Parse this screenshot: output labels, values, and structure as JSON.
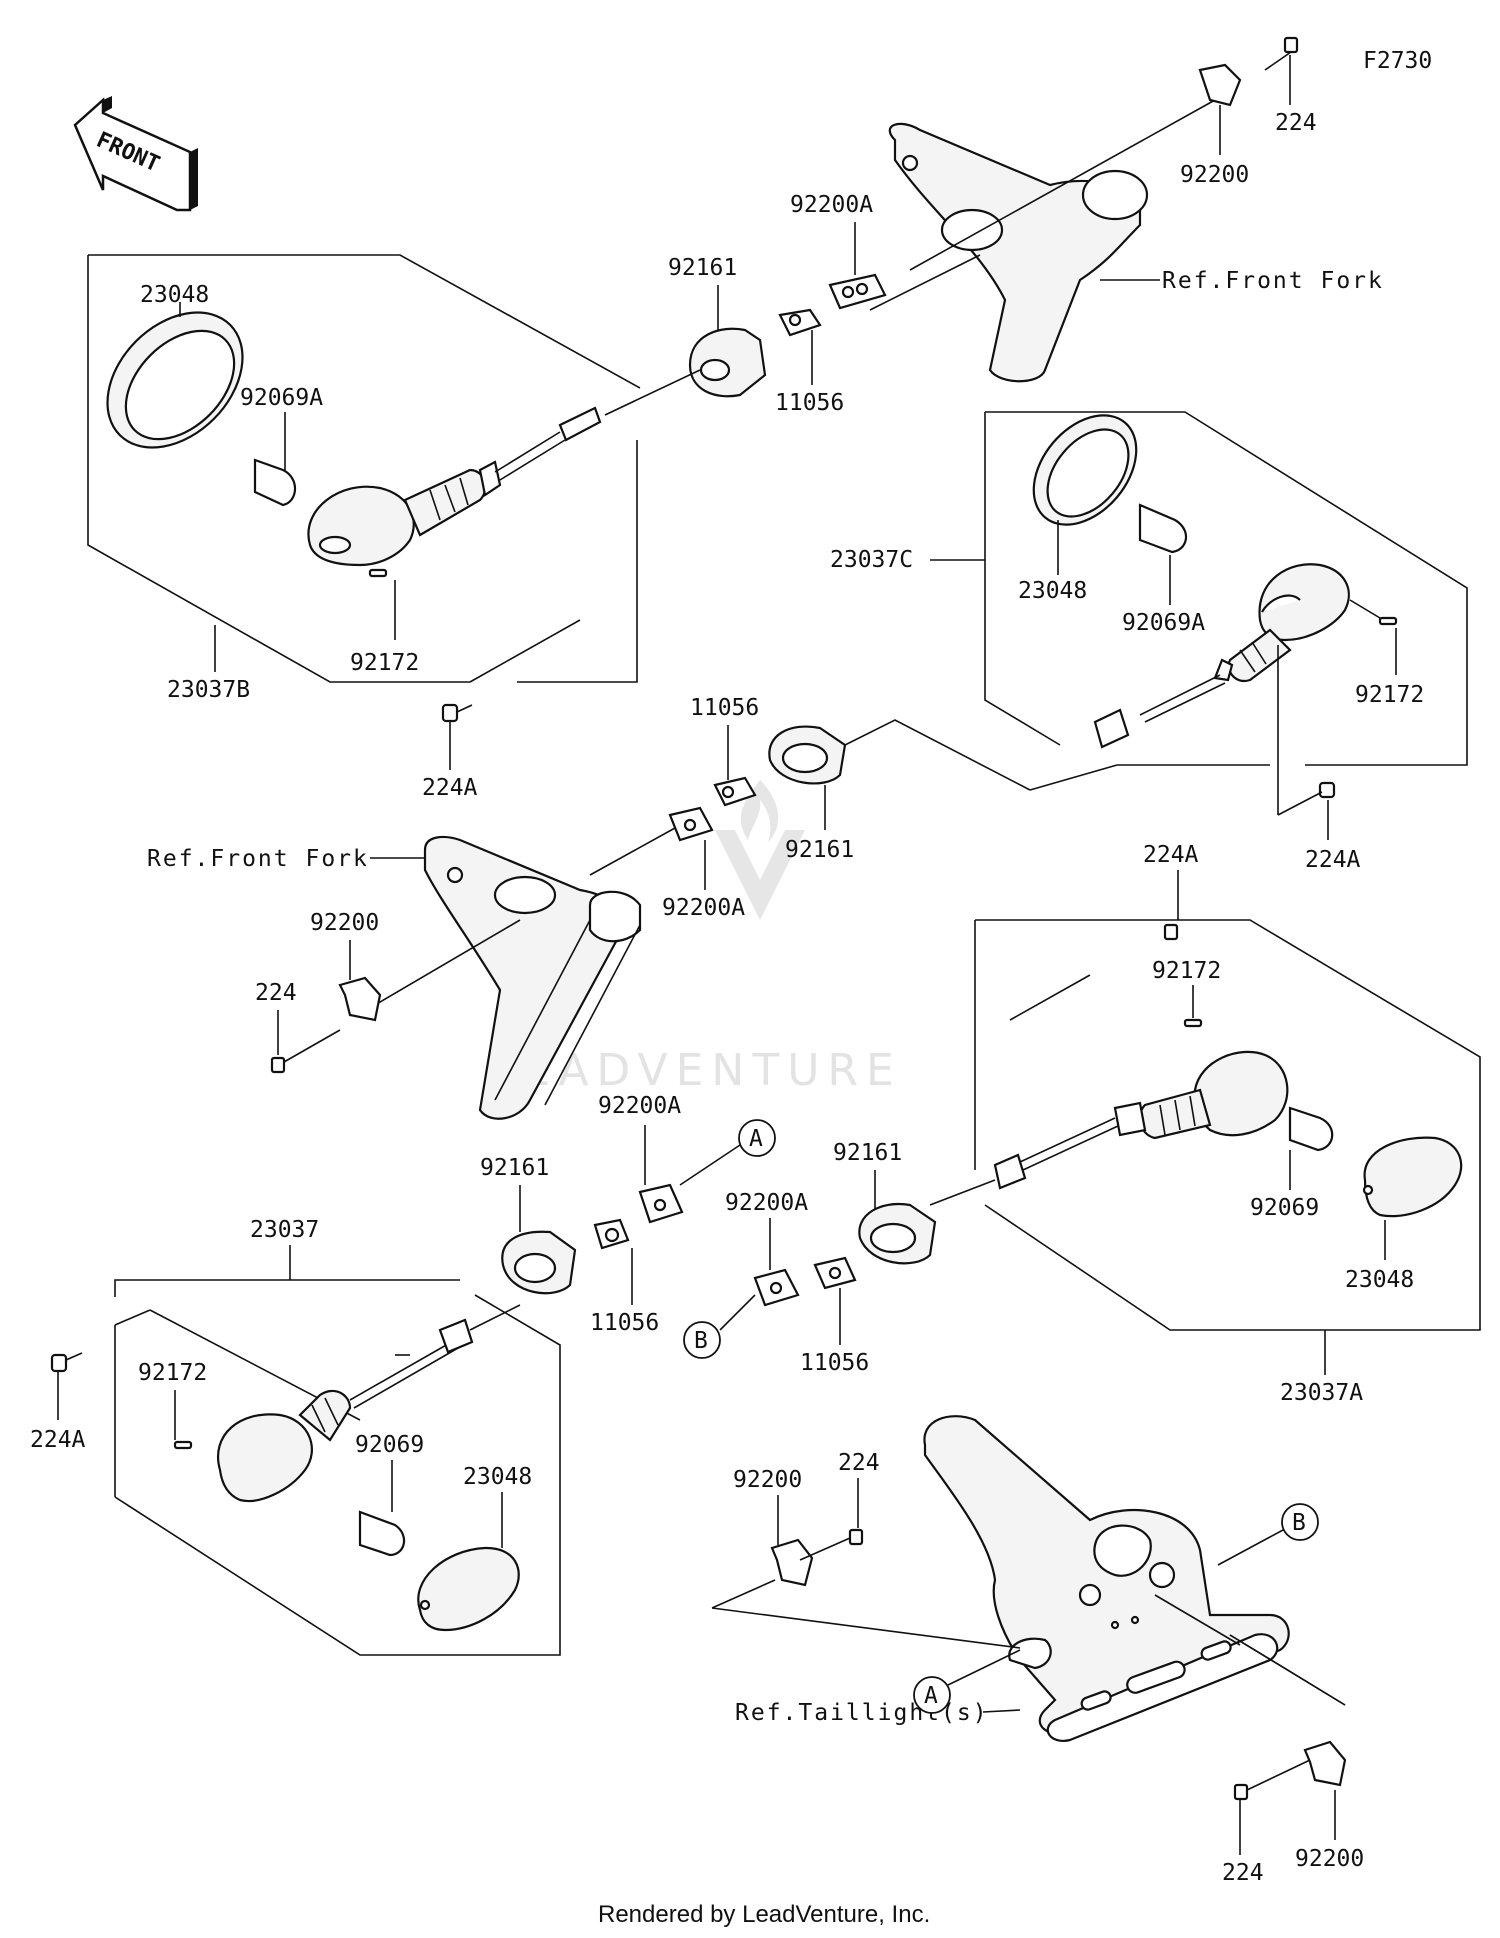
{
  "figure_code": "F2730",
  "front_arrow_label": "FRONT",
  "watermark": "LEADVENTURE",
  "footer": "Rendered by LeadVenture, Inc.",
  "refs": {
    "front_fork_top": "Ref.Front Fork",
    "front_fork_mid": "Ref.Front Fork",
    "taillight": "Ref.Taillight(s)"
  },
  "callouts": {
    "a_top": "A",
    "b_mid": "B",
    "b_right": "B",
    "a_bottom": "A"
  },
  "parts": [
    {
      "id": "224-top",
      "number": "224"
    },
    {
      "id": "92200-top",
      "number": "92200"
    },
    {
      "id": "92200A-top",
      "number": "92200A"
    },
    {
      "id": "92161-top",
      "number": "92161"
    },
    {
      "id": "11056-top",
      "number": "11056"
    },
    {
      "id": "23048-topleft",
      "number": "23048"
    },
    {
      "id": "92069A-topleft",
      "number": "92069A"
    },
    {
      "id": "92172-topleft",
      "number": "92172"
    },
    {
      "id": "23037B",
      "number": "23037B"
    },
    {
      "id": "224A-topleft",
      "number": "224A"
    },
    {
      "id": "23037C",
      "number": "23037C"
    },
    {
      "id": "23048-topright",
      "number": "23048"
    },
    {
      "id": "92069A-topright",
      "number": "92069A"
    },
    {
      "id": "92172-topright",
      "number": "92172"
    },
    {
      "id": "224A-topright",
      "number": "224A"
    },
    {
      "id": "11056-mid",
      "number": "11056"
    },
    {
      "id": "92161-mid",
      "number": "92161"
    },
    {
      "id": "92200A-mid",
      "number": "92200A"
    },
    {
      "id": "92200-midleft",
      "number": "92200"
    },
    {
      "id": "224-midleft",
      "number": "224"
    },
    {
      "id": "224A-midright",
      "number": "224A"
    },
    {
      "id": "92172-midright",
      "number": "92172"
    },
    {
      "id": "92069-midright",
      "number": "92069"
    },
    {
      "id": "23048-midright",
      "number": "23048"
    },
    {
      "id": "23037A",
      "number": "23037A"
    },
    {
      "id": "92161-midright",
      "number": "92161"
    },
    {
      "id": "92200A-lowmid",
      "number": "92200A"
    },
    {
      "id": "11056-lowmid",
      "number": "11056"
    },
    {
      "id": "92200A-lowleft",
      "number": "92200A"
    },
    {
      "id": "92161-lowleft",
      "number": "92161"
    },
    {
      "id": "11056-lowleft",
      "number": "11056"
    },
    {
      "id": "23037",
      "number": "23037"
    },
    {
      "id": "224A-lowleft",
      "number": "224A"
    },
    {
      "id": "92172-lowleft",
      "number": "92172"
    },
    {
      "id": "92069-lowleft",
      "number": "92069"
    },
    {
      "id": "23048-lowleft",
      "number": "23048"
    },
    {
      "id": "92200-bottom",
      "number": "92200"
    },
    {
      "id": "224-bottom",
      "number": "224"
    },
    {
      "id": "224-bottomright",
      "number": "224"
    },
    {
      "id": "92200-bottomright",
      "number": "92200"
    }
  ]
}
